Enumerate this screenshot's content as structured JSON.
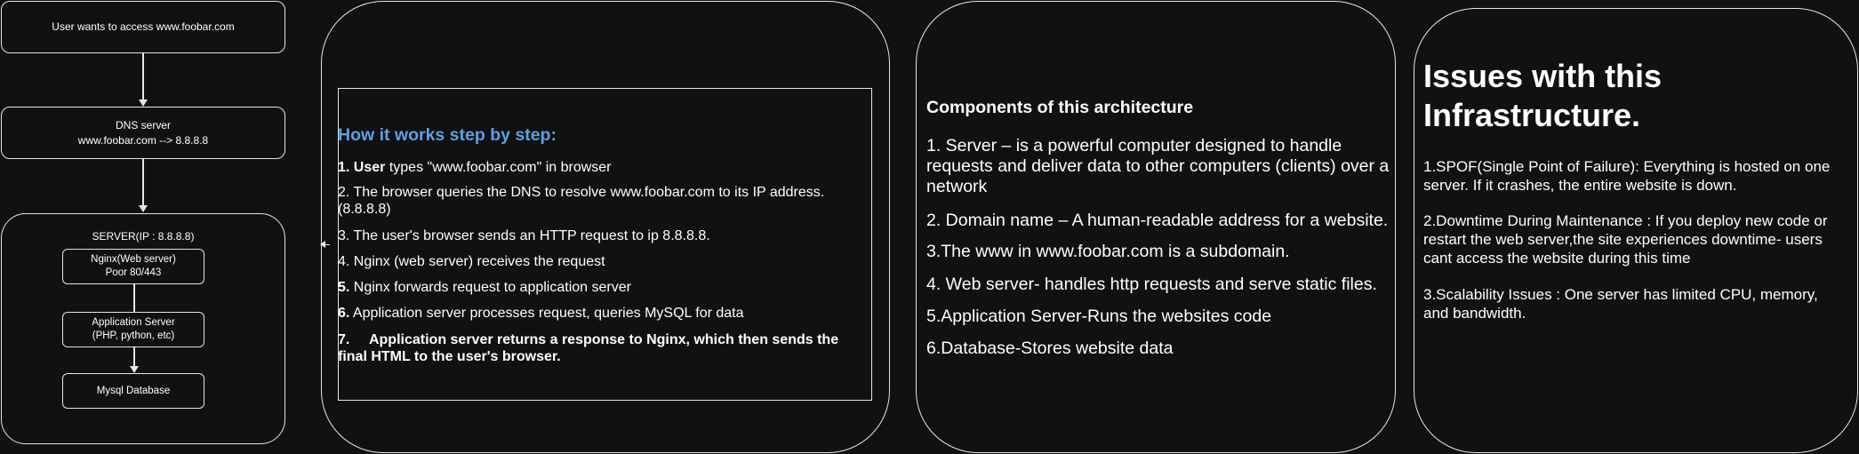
{
  "flow": {
    "user": "User wants to access www.foobar.com",
    "dns_line1": "DNS server",
    "dns_line2": "www.foobar.com --> 8.8.8.8",
    "server_title": "SERVER(IP : 8.8.8.8)",
    "nginx_line1": "Nginx(Web server)",
    "nginx_line2": "Poor 80/443",
    "app_line1": "Application Server",
    "app_line2": "(PHP, python, etc)",
    "db": "Mysql Database"
  },
  "steps": {
    "title": "How it works step by step:",
    "s1_bold": "1. User",
    "s1_rest": " types \"www.foobar.com\" in browser",
    "s2": "2. The browser queries the DNS to resolve www.foobar.com to its IP address.(8.8.8.8)",
    "s3": "3.    The user's browser sends an HTTP request to ip 8.8.8.8.",
    "s4": "4. Nginx (web server) receives the request",
    "s5_bold": "5.",
    "s5_rest": " Nginx forwards request to application server",
    "s6_bold": "6.",
    "s6_rest": " Application server processes request, queries MySQL for data",
    "s7": "7.     Application server returns a response to Nginx, which then sends the final HTML to the user's browser."
  },
  "components": {
    "title": "Components of this architecture",
    "c1": "1. Server – is a powerful computer designed to handle requests and deliver data to other computers (clients) over a network",
    "c2": "2. Domain name – A human-readable address for a website.",
    "c3": "3.The www in www.foobar.com is a subdomain.",
    "c4": "4. Web server- handles http requests and serve static files.",
    "c5": "5.Application Server-Runs the websites code",
    "c6": "6.Database-Stores website data"
  },
  "issues": {
    "title": "Issues with this Infrastructure.",
    "i1": "1.SPOF(Single Point of Failure): Everything is hosted on one server. If it crashes, the entire website is down.",
    "i2": "2.Downtime During Maintenance : If you deploy new code or restart the web server,the site experiences downtime- users cant access the website during this time",
    "i3": "3.Scalability Issues : One server has limited CPU, memory, and bandwidth."
  }
}
